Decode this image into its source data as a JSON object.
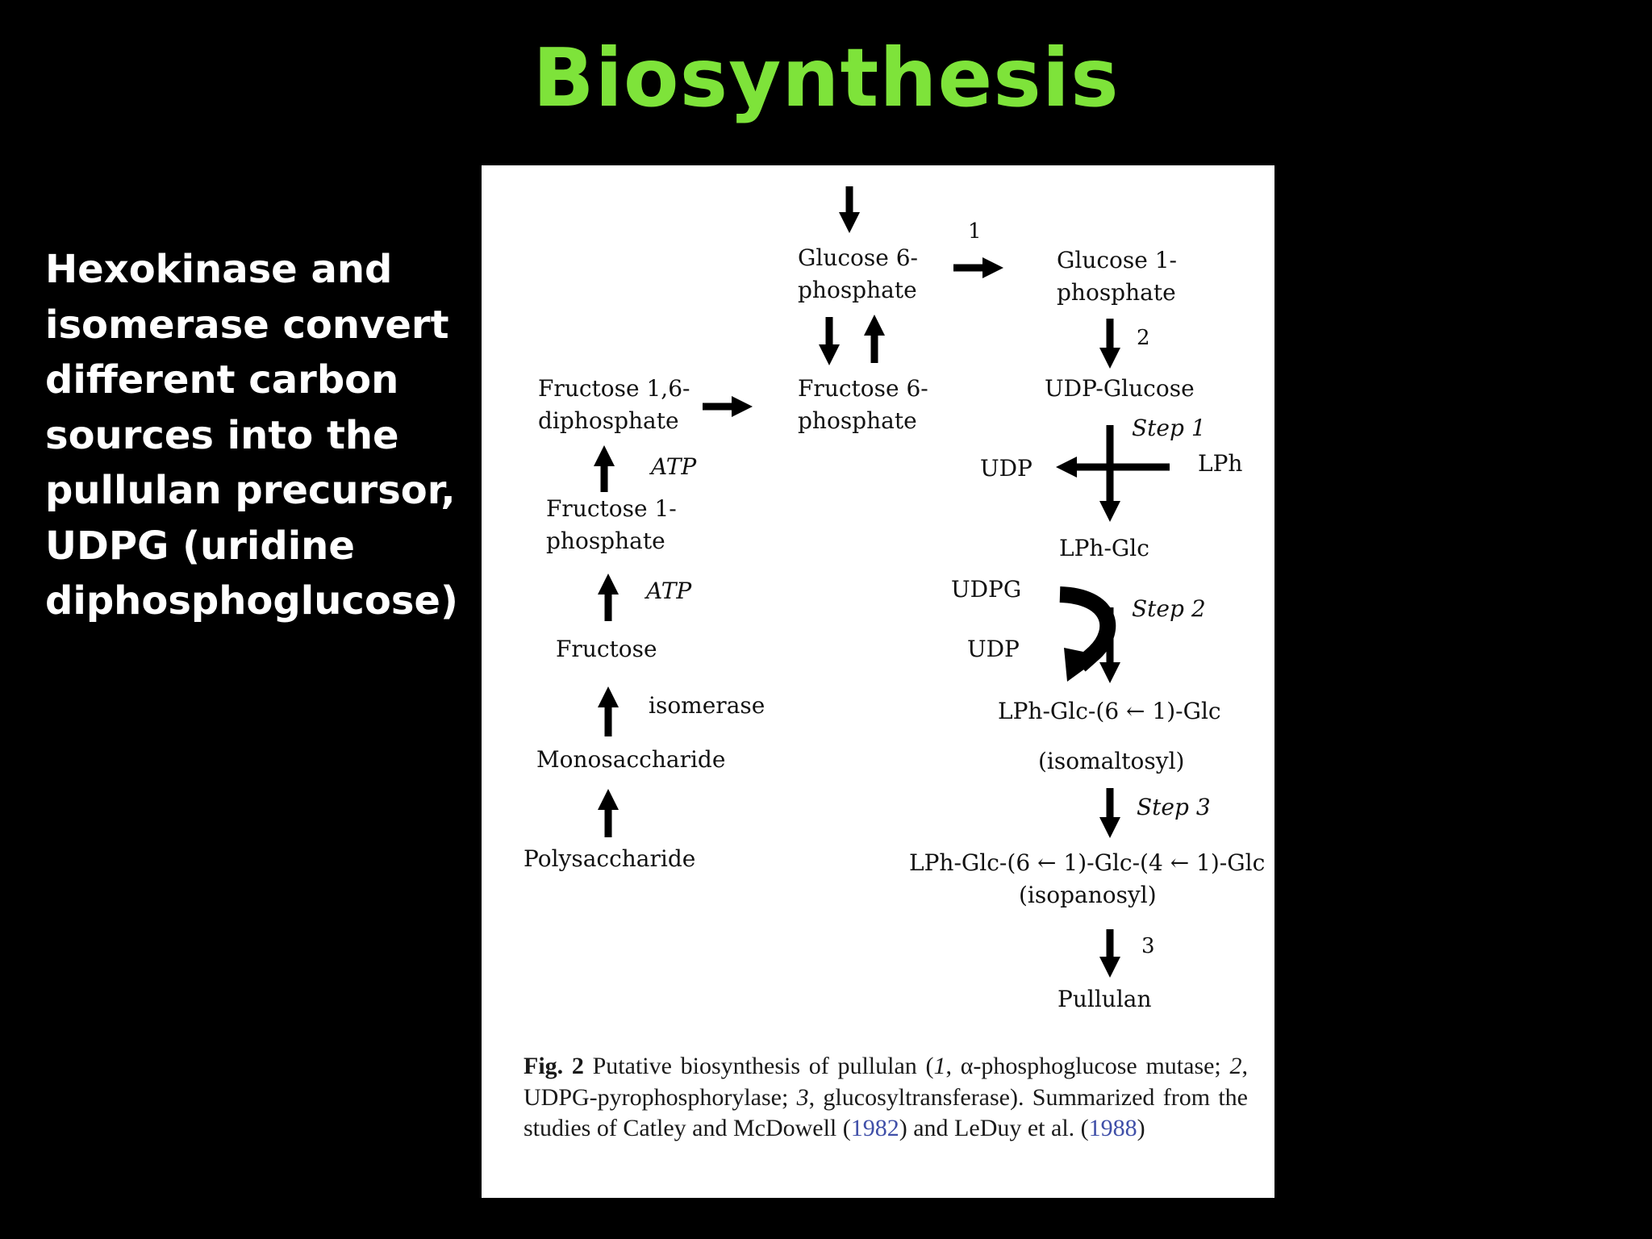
{
  "slide": {
    "title": "Biosynthesis",
    "side_text": "Hexokinase and isomerase convert different carbon sources into the pullulan precursor, UDPG (uridine diphosphoglucose)"
  },
  "diagram": {
    "nodes": {
      "glucose6p": [
        "Glucose 6-",
        "phosphate"
      ],
      "glucose1p": [
        "Glucose 1-",
        "phosphate"
      ],
      "fructose6p": [
        "Fructose 6-",
        "phosphate"
      ],
      "fructose16dp": [
        "Fructose 1,6-",
        "diphosphate"
      ],
      "fructose1p": [
        "Fructose 1-",
        "phosphate"
      ],
      "fructose": "Fructose",
      "monosaccharide": "Monosaccharide",
      "polysaccharide": "Polysaccharide",
      "udp_glucose": "UDP-Glucose",
      "lph_glc": "LPh-Glc",
      "isomaltosyl": [
        "LPh-Glc-(6 ← 1)-Glc",
        "(isomaltosyl)"
      ],
      "isopanosyl": [
        "LPh-Glc-(6 ← 1)-Glc-(4 ← 1)-Glc",
        "(isopanosyl)"
      ],
      "pullulan": "Pullulan"
    },
    "edge_labels": {
      "one": "1",
      "two": "2",
      "three": "3",
      "atp_upper": "ATP",
      "atp_lower": "ATP",
      "isomerase": "isomerase",
      "step1": "Step 1",
      "step2": "Step 2",
      "step3": "Step 3",
      "udp_out": "UDP",
      "lph_in": "LPh",
      "udpg_in": "UDPG",
      "udp_out2": "UDP"
    },
    "caption": {
      "fig_label": "Fig. 2",
      "text_1": " Putative biosynthesis of pullulan (",
      "n1": "1",
      "text_2": ", α-phosphoglucose mutase; ",
      "n2": "2",
      "text_3": ", UDPG-pyrophosphorylase; ",
      "n3": "3",
      "text_4": ", glucosyltransferase). Summarized from the studies of Catley and McDowell (",
      "ref1": "1982",
      "text_5": ") and LeDuy et al. (",
      "ref2": "1988",
      "text_6": ")"
    }
  }
}
